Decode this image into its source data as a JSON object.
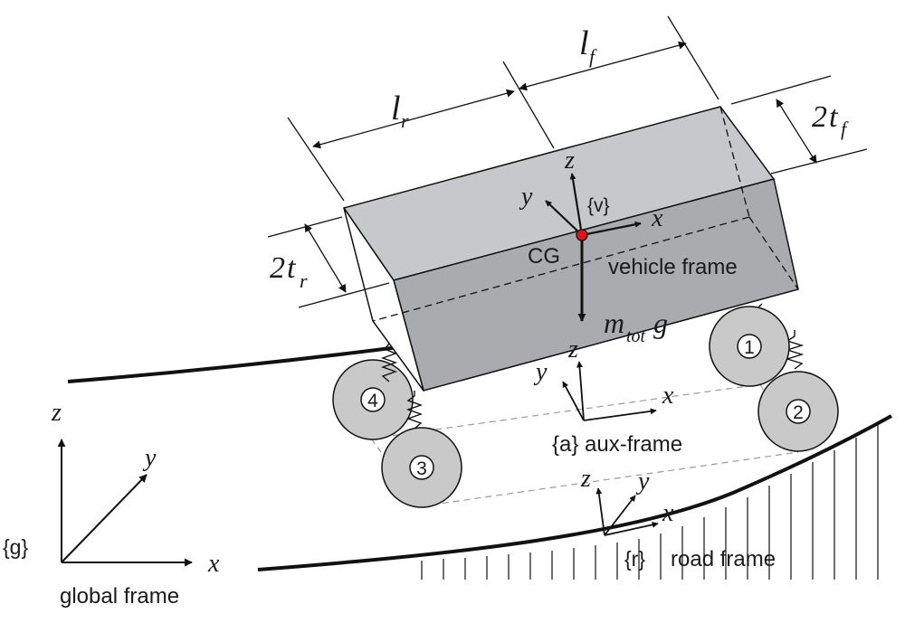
{
  "labels": {
    "lr": "l",
    "lr_sub": "r",
    "lf": "l",
    "lf_sub": "f",
    "tf_coef": "2",
    "tf_var": "t",
    "tf_sub": "f",
    "tr_coef": "2",
    "tr_var": "t",
    "tr_sub": "r",
    "cg": "CG",
    "vehicle_frame": "vehicle frame",
    "v_frame_tag": "{v}",
    "mass_m": "m",
    "mass_sub": "tot",
    "mass_g": "g",
    "aux_frame": "{a}  aux-frame",
    "road_tag": "{r}",
    "road_frame": "road frame",
    "global_tag": "{g}",
    "global_frame": "global frame",
    "axis_x": "x",
    "axis_y": "y",
    "axis_z": "z"
  },
  "wheels": [
    "1",
    "2",
    "3",
    "4"
  ],
  "colors": {
    "body_top": "#c6c8cc",
    "body_front": "#a9abaf",
    "body_side": "#909296",
    "wheel_outer": "#c9c9c9",
    "wheel_hub": "#ffffff",
    "cg_point": "#e0141c",
    "stroke": "#111111"
  }
}
